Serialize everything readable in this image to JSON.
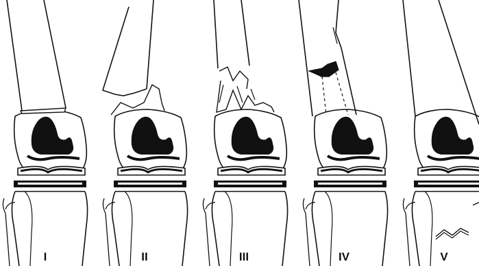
{
  "figure": {
    "panels": [
      {
        "label": "I"
      },
      {
        "label": "II"
      },
      {
        "label": "III"
      },
      {
        "label": "IV"
      },
      {
        "label": "V"
      }
    ]
  }
}
